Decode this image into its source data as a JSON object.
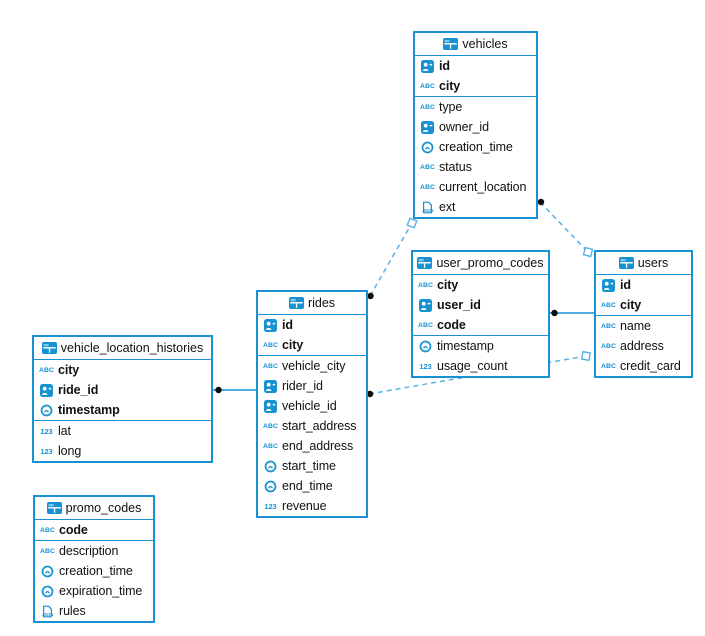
{
  "diagram": {
    "type": "entity-relationship",
    "colors": {
      "primary": "#1791d1",
      "dashed_line": "#56b3e6",
      "marker_dot": "#0b0b0b",
      "text": "#111111",
      "background": "#ffffff"
    },
    "icon_labels": {
      "abc": "ABC",
      "num": "123",
      "json": "JSON"
    },
    "tables": [
      {
        "name": "vehicles",
        "primary_keys": [
          {
            "icon": "id",
            "name": "id"
          },
          {
            "icon": "abc",
            "name": "city"
          }
        ],
        "columns": [
          {
            "icon": "abc",
            "name": "type"
          },
          {
            "icon": "id",
            "name": "owner_id"
          },
          {
            "icon": "clock",
            "name": "creation_time"
          },
          {
            "icon": "abc",
            "name": "status"
          },
          {
            "icon": "abc",
            "name": "current_location"
          },
          {
            "icon": "json",
            "name": "ext"
          }
        ]
      },
      {
        "name": "user_promo_codes",
        "primary_keys": [
          {
            "icon": "abc",
            "name": "city"
          },
          {
            "icon": "id",
            "name": "user_id"
          },
          {
            "icon": "abc",
            "name": "code"
          }
        ],
        "columns": [
          {
            "icon": "clock",
            "name": "timestamp"
          },
          {
            "icon": "num",
            "name": "usage_count"
          }
        ]
      },
      {
        "name": "users",
        "primary_keys": [
          {
            "icon": "id",
            "name": "id"
          },
          {
            "icon": "abc",
            "name": "city"
          }
        ],
        "columns": [
          {
            "icon": "abc",
            "name": "name"
          },
          {
            "icon": "abc",
            "name": "address"
          },
          {
            "icon": "abc",
            "name": "credit_card"
          }
        ]
      },
      {
        "name": "rides",
        "primary_keys": [
          {
            "icon": "id",
            "name": "id"
          },
          {
            "icon": "abc",
            "name": "city"
          }
        ],
        "columns": [
          {
            "icon": "abc",
            "name": "vehicle_city"
          },
          {
            "icon": "id",
            "name": "rider_id"
          },
          {
            "icon": "id",
            "name": "vehicle_id"
          },
          {
            "icon": "abc",
            "name": "start_address"
          },
          {
            "icon": "abc",
            "name": "end_address"
          },
          {
            "icon": "clock",
            "name": "start_time"
          },
          {
            "icon": "clock",
            "name": "end_time"
          },
          {
            "icon": "num",
            "name": "revenue"
          }
        ]
      },
      {
        "name": "vehicle_location_histories",
        "primary_keys": [
          {
            "icon": "abc",
            "name": "city"
          },
          {
            "icon": "id",
            "name": "ride_id"
          },
          {
            "icon": "clock",
            "name": "timestamp"
          }
        ],
        "columns": [
          {
            "icon": "num",
            "name": "lat"
          },
          {
            "icon": "num",
            "name": "long"
          }
        ]
      },
      {
        "name": "promo_codes",
        "primary_keys": [
          {
            "icon": "abc",
            "name": "code"
          }
        ],
        "columns": [
          {
            "icon": "abc",
            "name": "description"
          },
          {
            "icon": "clock",
            "name": "creation_time"
          },
          {
            "icon": "clock",
            "name": "expiration_time"
          },
          {
            "icon": "json",
            "name": "rules"
          }
        ]
      }
    ],
    "relationships": [
      {
        "from_table": "vehicle_location_histories",
        "to_table": "rides",
        "line": "solid",
        "from_marker": "dot",
        "to_marker": "none"
      },
      {
        "from_table": "user_promo_codes",
        "to_table": "users",
        "line": "solid",
        "from_marker": "dot",
        "to_marker": "none"
      },
      {
        "from_table": "rides",
        "to_table": "vehicles",
        "line": "dashed",
        "from_marker": "dot",
        "to_marker": "diamond"
      },
      {
        "from_table": "vehicles",
        "to_table": "users",
        "line": "dashed",
        "from_marker": "dot",
        "to_marker": "diamond"
      },
      {
        "from_table": "rides",
        "to_table": "users",
        "line": "dashed",
        "from_marker": "dot",
        "to_marker": "diamond"
      }
    ]
  }
}
